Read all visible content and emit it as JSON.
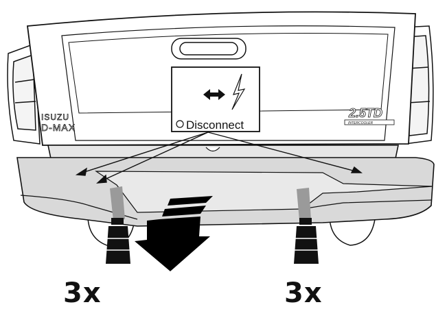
{
  "vehicle": {
    "brand_line1": "ISUZU",
    "brand_line2": "D-MAX",
    "engine_badge": "2.5TD",
    "engine_sub_badge": "INTERCOOLER"
  },
  "callout": {
    "label": "Disconnect",
    "icons": [
      "double-arrow-icon",
      "lightning-bolt-icon",
      "circle-bullet-icon"
    ]
  },
  "counts": {
    "left": "3x",
    "right": "3x"
  },
  "colors": {
    "bumper_fill": "#d9d9d9",
    "stroke": "#111111",
    "arrow": "#000000"
  }
}
